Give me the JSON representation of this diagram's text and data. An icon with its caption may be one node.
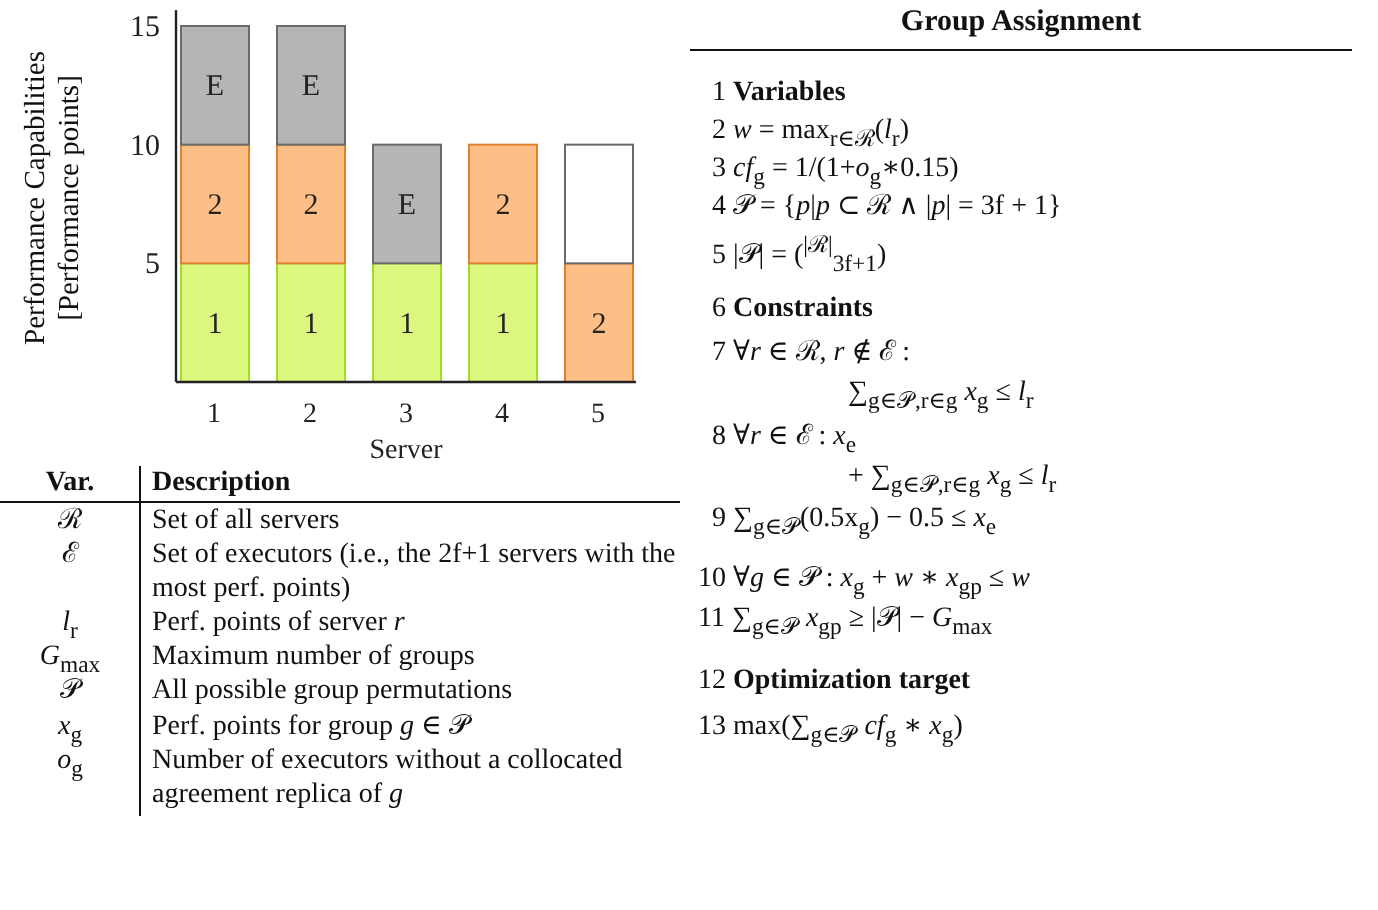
{
  "diagram": {
    "labels": [
      "Var.",
      "Description",
      "ℛ",
      "Set of all servers",
      "ℰ",
      "Set of executors (i.e., the 2f+1 servers with the most perf. points)",
      "*l*$_{r}$",
      "Perf. points of server *r*",
      "*G*$_{max}$",
      "Maximum number of groups",
      "𝒫",
      "All possible group permutations",
      "*x*$_{g}$",
      "Perf. points for group *g* ∈ 𝒫",
      "*o*$_{g}$",
      "Number of executors without a collocated agreement replica of *g*",
      "Group Assignment",
      "1 **Variables**",
      "2 *w* = max$_{r∈ℛ}$(*l*$_{r}$)",
      "3 *cf*$_{g}$ = 1/(1+*o*$_{g}$∗0.15)",
      "4 𝒫 = {*p*|*p* ⊂ ℛ ∧ |*p*| = 3f + 1}",
      "5 |𝒫| = ($^{|ℛ|}$$_{3f+1}$)",
      "6 **Constraints**",
      "7 ∀*r* ∈ ℛ, *r* ∉ ℰ :",
      "∑$_{g∈𝒫,r∈g}$ *x*$_{g}$ ≤ *l*$_{r}$",
      "8 ∀*r* ∈ ℰ : *x*$_{e}$",
      "+ ∑$_{g∈𝒫,r∈g}$ *x*$_{g}$ ≤ *l*$_{r}$",
      "9 ∑$_{g∈𝒫}$(0.5x$_{g}$) − 0.5 ≤ *x*$_{e}$",
      "10 ∀*g* ∈ 𝒫 : *x*$_{g}$ + *w* ∗ *x*$_{gp}$ ≤ *w*",
      "11 ∑$_{g∈𝒫}$ *x*$_{gp}$ ≥ |𝒫| − *G*$_{max}$",
      "12 **Optimization target**",
      "13 max(∑$_{g∈𝒫}$ *cf*$_{g}$ ∗ *x*$_{g}$)"
    ],
    "chart_data": {
      "type": "bar",
      "xlabel": "Server",
      "ylabel": "Performance Capabilities [Performance points]",
      "categories": [
        "1",
        "2",
        "3",
        "4",
        "5"
      ],
      "series": [
        {
          "name": "1",
          "color": "#dcf77e",
          "values": [
            5,
            5,
            5,
            5,
            null
          ]
        },
        {
          "name": "2",
          "color": "#fdbf86",
          "values": [
            5,
            5,
            null,
            5,
            5
          ]
        },
        {
          "name": "E",
          "color": "#b5b5b5",
          "values": [
            5,
            5,
            5,
            null,
            null
          ]
        },
        {
          "color": "#ffffff",
          "values": [
            null,
            null,
            null,
            null,
            5
          ]
        }
      ],
      "ylim": [
        0,
        15
      ],
      "yticks": [
        5,
        10,
        15
      ],
      "stacked": true
    }
  }
}
